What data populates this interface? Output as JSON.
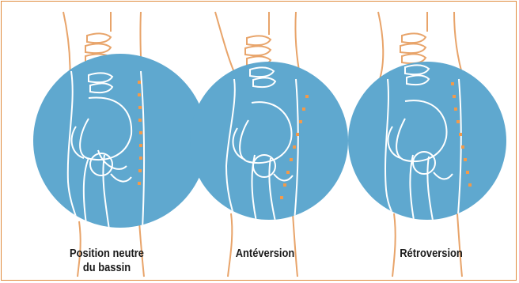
{
  "panels": [
    {
      "id": "neutral",
      "caption_lines": [
        "Position neutre",
        "du bassin"
      ]
    },
    {
      "id": "anteversion",
      "caption_lines": [
        "Antéversion"
      ]
    },
    {
      "id": "retroversion",
      "caption_lines": [
        "Rétroversion"
      ]
    }
  ],
  "colors": {
    "frame": "#e08a3c",
    "circle": "#5fa8cf",
    "outline_on_circle": "#ffffff",
    "outline_off_circle": "#e8a46a",
    "markers": "#f29a4a"
  }
}
